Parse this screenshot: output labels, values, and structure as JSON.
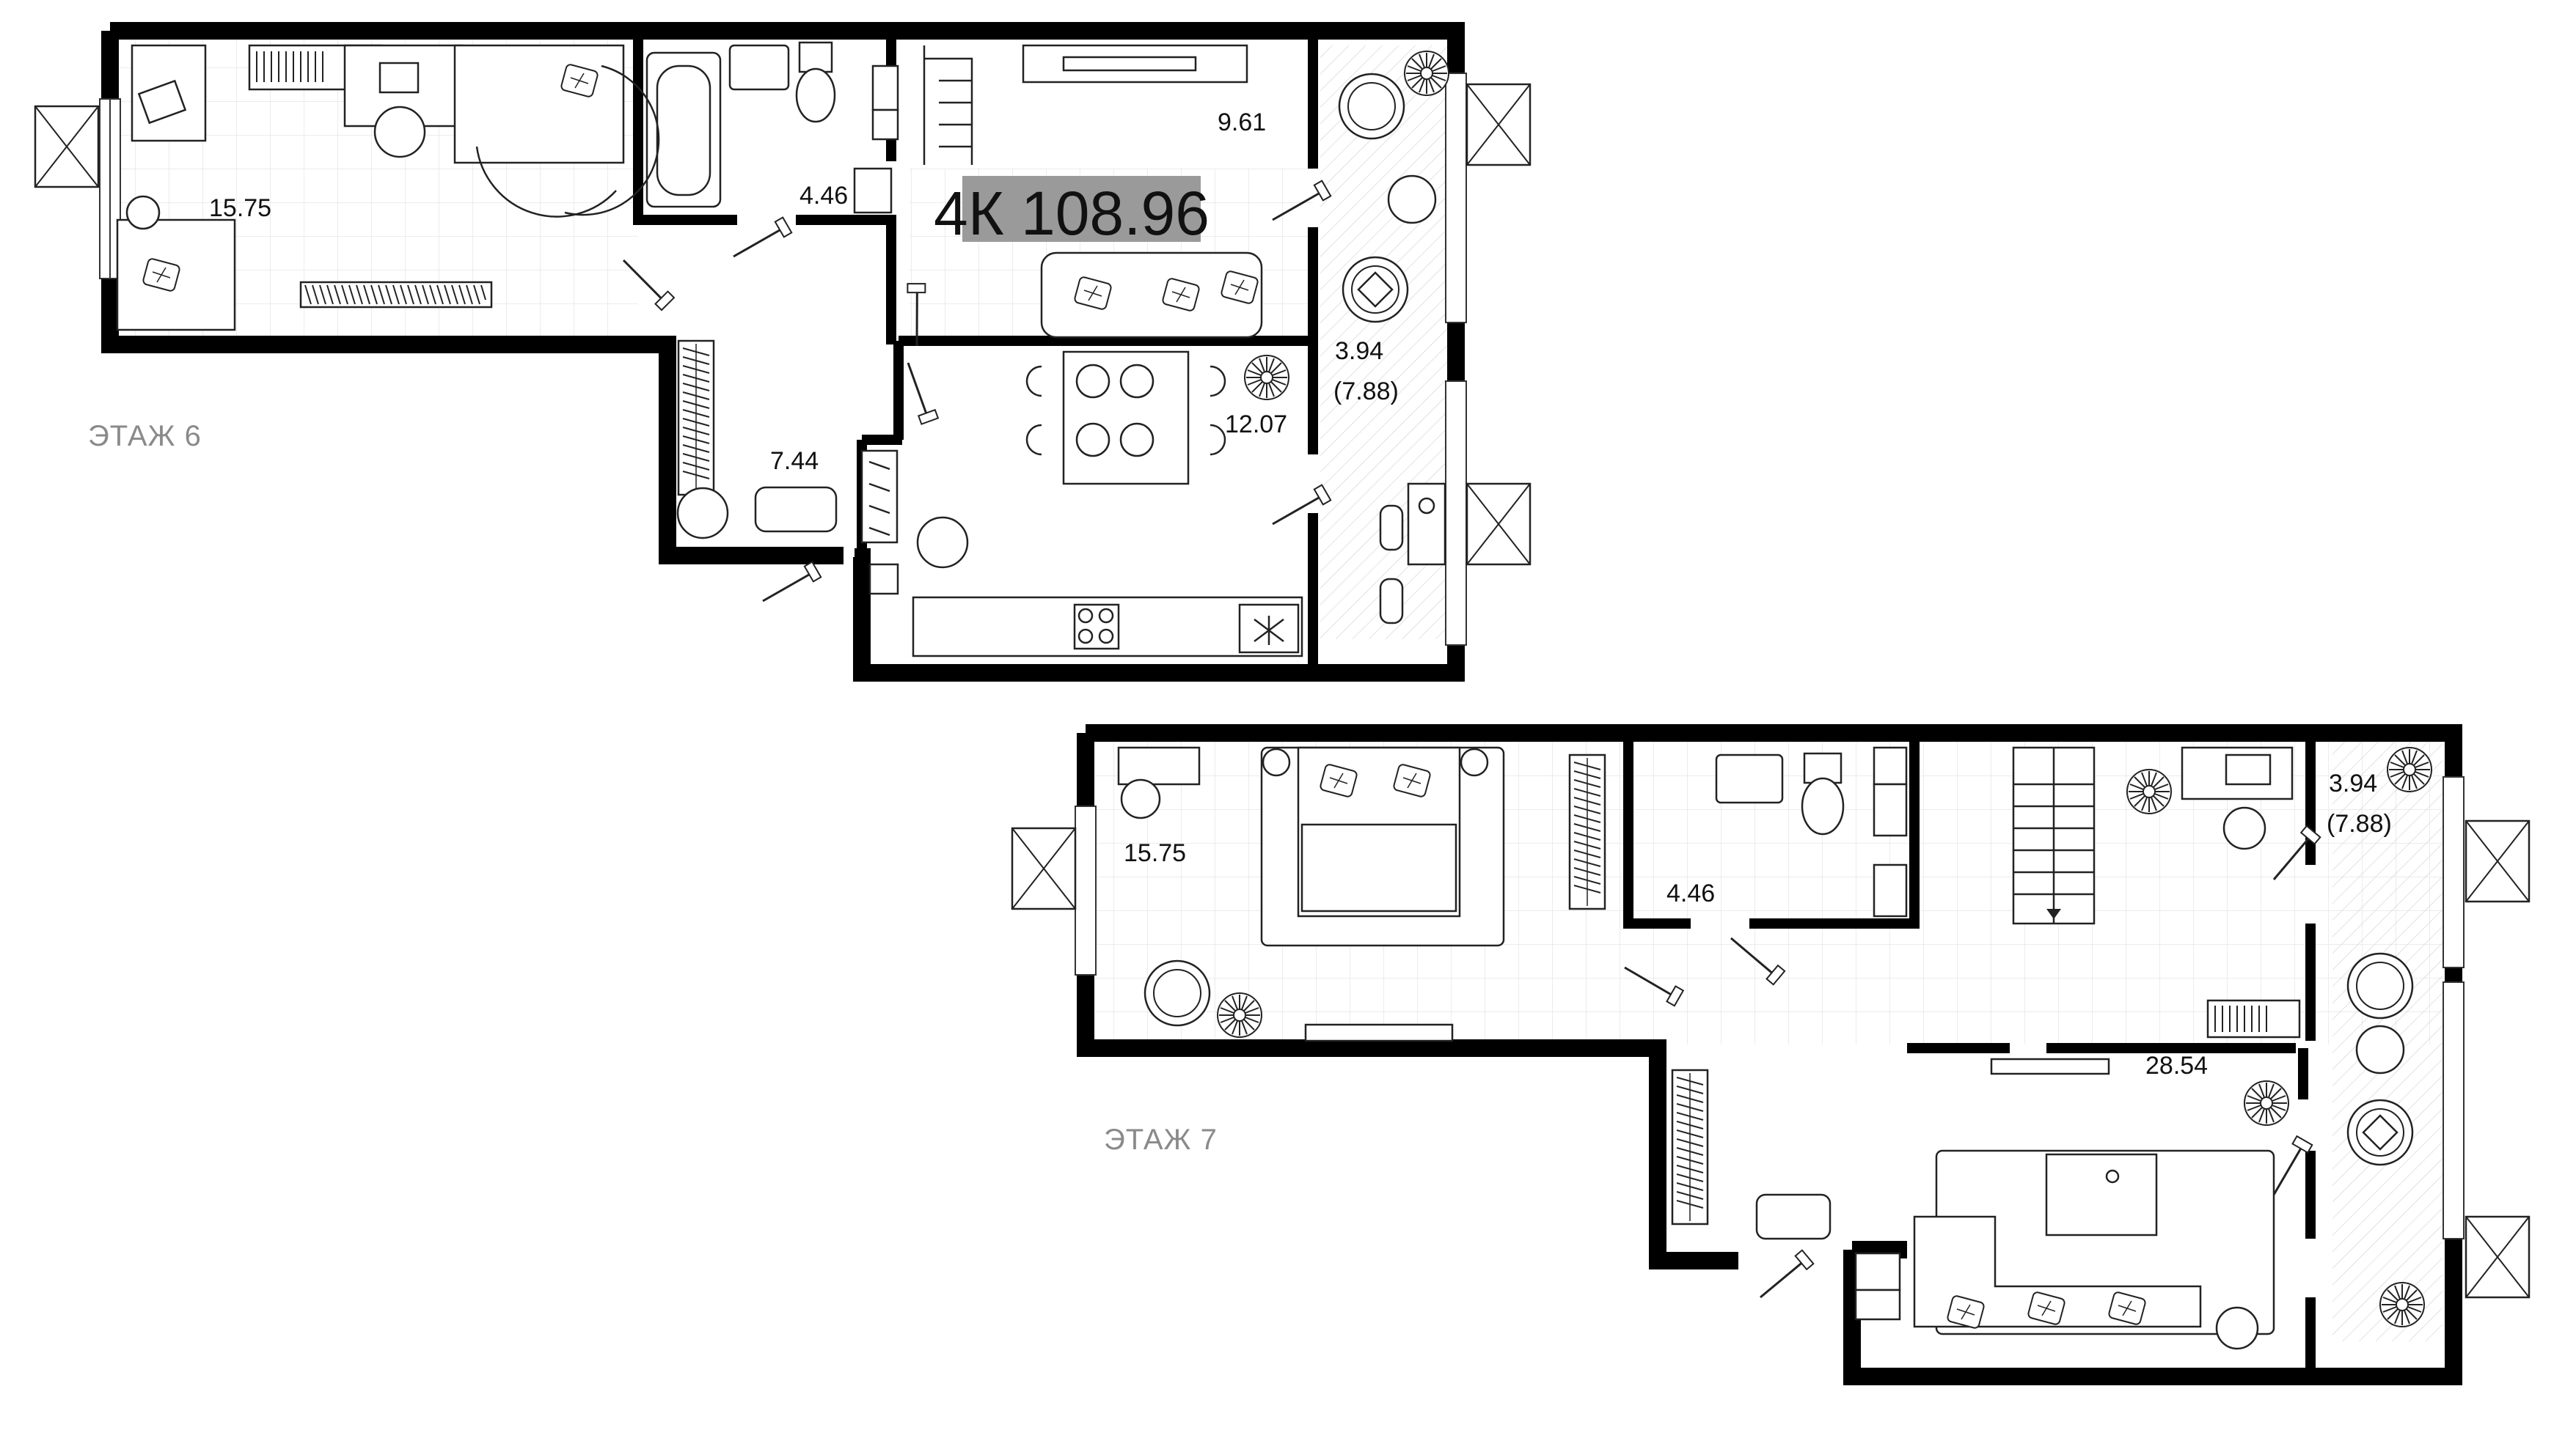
{
  "title": {
    "code": "4К",
    "area": "108.96",
    "highlight_color": "#9a9a9a"
  },
  "floor6": {
    "label": "ЭТАЖ 6",
    "rooms": {
      "bedroom": "15.75",
      "bathroom": "4.46",
      "living": "9.61",
      "hall": "7.44",
      "kitchen": "12.07",
      "loggia_area": "3.94",
      "loggia_full": "(7.88)"
    }
  },
  "floor7": {
    "label": "ЭТАЖ 7",
    "rooms": {
      "bedroom": "15.75",
      "bathroom": "4.46",
      "living": "28.54",
      "loggia_area": "3.94",
      "loggia_full": "(7.88)"
    }
  },
  "colors": {
    "wall": "#000000",
    "furniture_line": "#222222",
    "floor_label": "#8a8a8a"
  }
}
